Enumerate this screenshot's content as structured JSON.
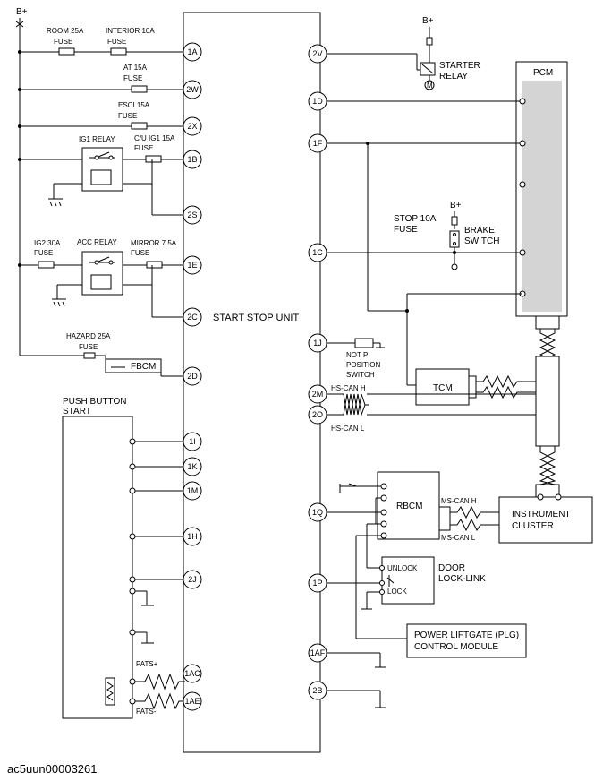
{
  "power_label": "B+",
  "fuses": {
    "room": [
      "ROOM 25A",
      "FUSE"
    ],
    "interior": [
      "INTERIOR 10A",
      "FUSE"
    ],
    "at": [
      "AT 15A",
      "FUSE"
    ],
    "escl": [
      "ESCL15A",
      "FUSE"
    ],
    "cu_ig1": [
      "C/U IG1 15A",
      "FUSE"
    ],
    "ig2": [
      "IG2 30A",
      "FUSE"
    ],
    "mirror": [
      "MIRROR 7.5A",
      "FUSE"
    ],
    "hazard": [
      "HAZARD 25A",
      "FUSE"
    ],
    "stop": [
      "STOP 10A",
      "FUSE"
    ]
  },
  "relays": {
    "ig1": "IG1 RELAY",
    "acc": "ACC RELAY",
    "starter": [
      "STARTER",
      "RELAY"
    ]
  },
  "modules": {
    "start_stop_unit": "START STOP UNIT",
    "pcm": "PCM",
    "tcm": "TCM",
    "rbcm": "RBCM",
    "fbcm": "FBCM",
    "instrument_cluster": [
      "INSTRUMENT",
      "CLUSTER"
    ],
    "push_button_start": [
      "PUSH BUTTON",
      "START"
    ],
    "plg": [
      "POWER LIFTGATE (PLG)",
      "CONTROL MODULE"
    ],
    "door_lock_link": [
      "DOOR",
      "LOCK-LINK"
    ],
    "brake_switch": [
      "BRAKE",
      "SWITCH"
    ],
    "not_p_switch": [
      "NOT P",
      "POSITION",
      "SWITCH"
    ],
    "unlock": "UNLOCK",
    "lock": "LOCK"
  },
  "left_pins": [
    "1A",
    "2W",
    "2X",
    "1B",
    "2S",
    "1E",
    "2C",
    "2D",
    "1I",
    "1K",
    "1M",
    "1H",
    "2J",
    "1AC",
    "1AE"
  ],
  "right_pins": [
    "2V",
    "1D",
    "1F",
    "1C",
    "1J",
    "2M",
    "2O",
    "1Q",
    "1P",
    "1AF",
    "2B"
  ],
  "signals": {
    "hs_can_h": "HS-CAN H",
    "hs_can_l": "HS-CAN L",
    "ms_can_h": "MS-CAN H",
    "ms_can_l": "MS-CAN L",
    "pats_plus": "PATS+",
    "pats_minus": "PATS-"
  },
  "caption": "ac5uun00003261"
}
